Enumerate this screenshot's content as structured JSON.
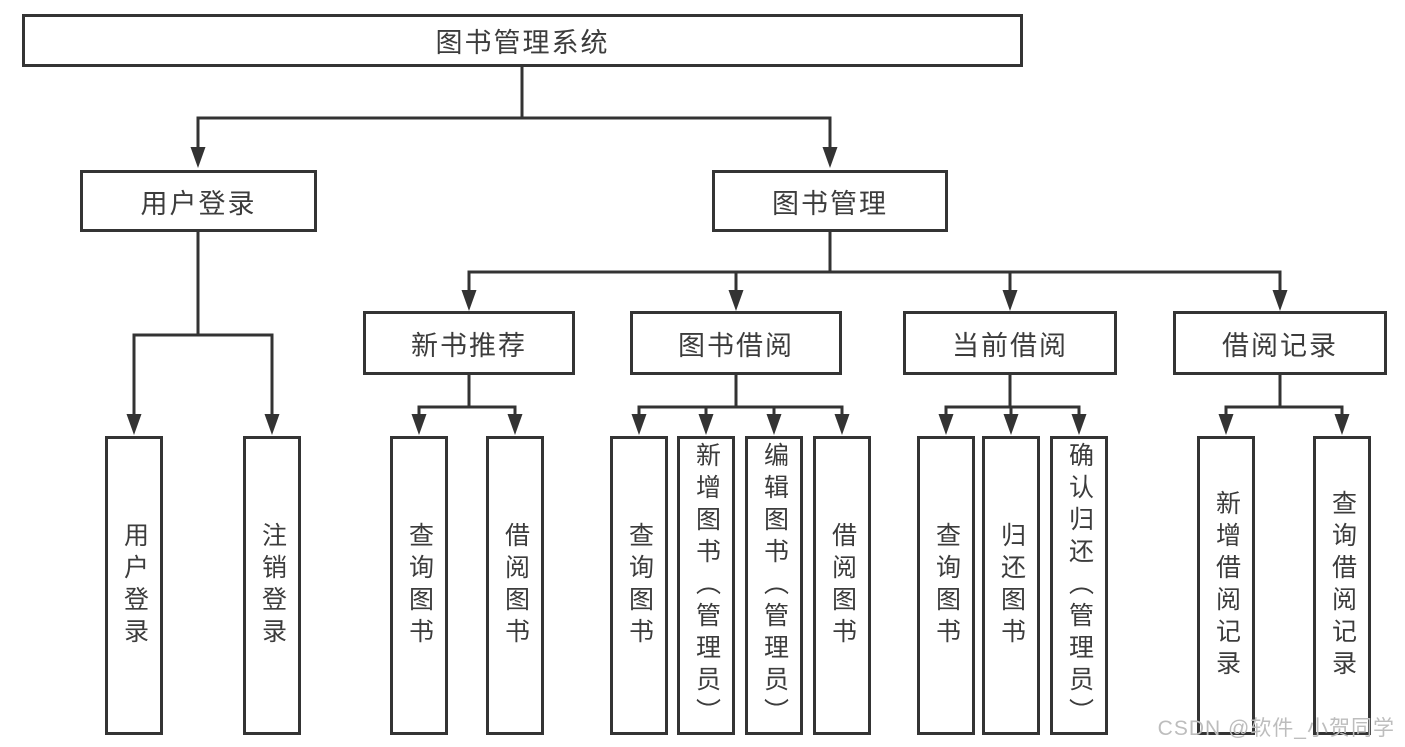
{
  "tree": {
    "root": "图书管理系统",
    "children": [
      {
        "label": "用户登录",
        "children": [
          "用户登录",
          "注销登录"
        ]
      },
      {
        "label": "图书管理",
        "children": [
          {
            "label": "新书推荐",
            "children": [
              "查询图书",
              "借阅图书"
            ]
          },
          {
            "label": "图书借阅",
            "children": [
              "查询图书",
              "新增图书（管理员）",
              "编辑图书（管理员）",
              "借阅图书"
            ]
          },
          {
            "label": "当前借阅",
            "children": [
              "查询图书",
              "归还图书",
              "确认归还（管理员）"
            ]
          },
          {
            "label": "借阅记录",
            "children": [
              "新增借阅记录",
              "查询借阅记录"
            ]
          }
        ]
      }
    ]
  },
  "watermark": {
    "text": "CSDN @软件_小贺同学"
  },
  "colors": {
    "border": "#343434",
    "text": "#3c3c3c",
    "line": "#333333",
    "watermark": "#bdbdbd",
    "background": "#ffffff"
  }
}
